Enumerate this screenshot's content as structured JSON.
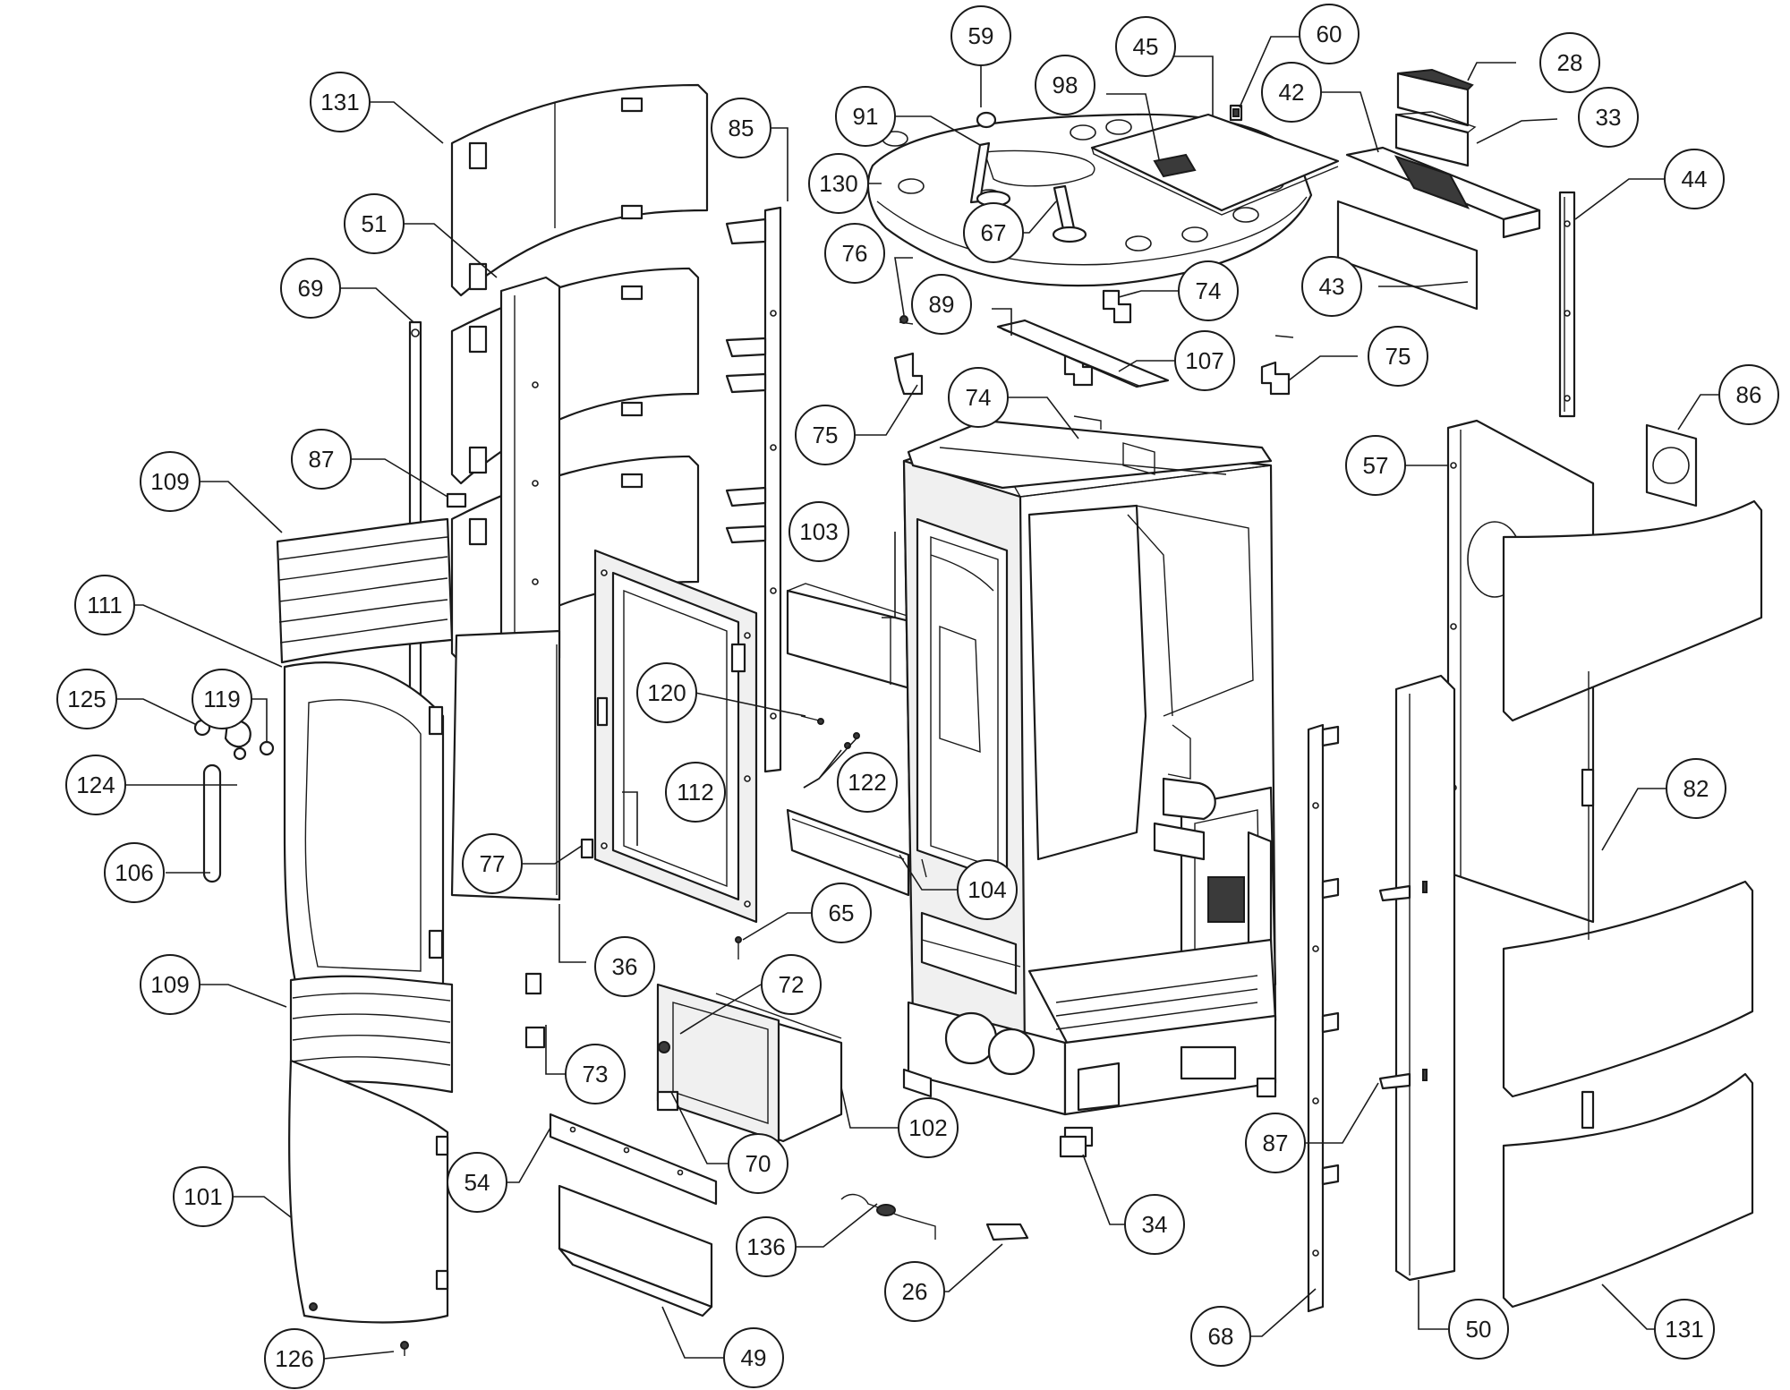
{
  "diagram": {
    "type": "exploded-parts-view",
    "line_color": "#1a1a1a",
    "background": "#ffffff",
    "callouts": [
      {
        "id": "c131a",
        "label": "131"
      },
      {
        "id": "c51",
        "label": "51"
      },
      {
        "id": "c69",
        "label": "69"
      },
      {
        "id": "c87a",
        "label": "87"
      },
      {
        "id": "c109a",
        "label": "109"
      },
      {
        "id": "c111",
        "label": "111"
      },
      {
        "id": "c125",
        "label": "125"
      },
      {
        "id": "c119",
        "label": "119"
      },
      {
        "id": "c124",
        "label": "124"
      },
      {
        "id": "c106",
        "label": "106"
      },
      {
        "id": "c109b",
        "label": "109"
      },
      {
        "id": "c101",
        "label": "101"
      },
      {
        "id": "c126",
        "label": "126"
      },
      {
        "id": "c85",
        "label": "85"
      },
      {
        "id": "c77",
        "label": "77"
      },
      {
        "id": "c36",
        "label": "36"
      },
      {
        "id": "c112",
        "label": "112"
      },
      {
        "id": "c120",
        "label": "120"
      },
      {
        "id": "c122",
        "label": "122"
      },
      {
        "id": "c103",
        "label": "103"
      },
      {
        "id": "c65",
        "label": "65"
      },
      {
        "id": "c72",
        "label": "72"
      },
      {
        "id": "c73",
        "label": "73"
      },
      {
        "id": "c70",
        "label": "70"
      },
      {
        "id": "c102",
        "label": "102"
      },
      {
        "id": "c54",
        "label": "54"
      },
      {
        "id": "c49",
        "label": "49"
      },
      {
        "id": "c136",
        "label": "136"
      },
      {
        "id": "c26",
        "label": "26"
      },
      {
        "id": "c59",
        "label": "59"
      },
      {
        "id": "c91",
        "label": "91"
      },
      {
        "id": "c130",
        "label": "130"
      },
      {
        "id": "c67",
        "label": "67"
      },
      {
        "id": "c98",
        "label": "98"
      },
      {
        "id": "c45",
        "label": "45"
      },
      {
        "id": "c60",
        "label": "60"
      },
      {
        "id": "c42",
        "label": "42"
      },
      {
        "id": "c28",
        "label": "28"
      },
      {
        "id": "c33",
        "label": "33"
      },
      {
        "id": "c44",
        "label": "44"
      },
      {
        "id": "c43",
        "label": "43"
      },
      {
        "id": "c74a",
        "label": "74"
      },
      {
        "id": "c76",
        "label": "76"
      },
      {
        "id": "c89",
        "label": "89"
      },
      {
        "id": "c107",
        "label": "107"
      },
      {
        "id": "c75a",
        "label": "75"
      },
      {
        "id": "c75b",
        "label": "75"
      },
      {
        "id": "c74b",
        "label": "74"
      },
      {
        "id": "c104",
        "label": "104"
      },
      {
        "id": "c34",
        "label": "34"
      },
      {
        "id": "c86",
        "label": "86"
      },
      {
        "id": "c57",
        "label": "57"
      },
      {
        "id": "c82",
        "label": "82"
      },
      {
        "id": "c87b",
        "label": "87"
      },
      {
        "id": "c68",
        "label": "68"
      },
      {
        "id": "c50",
        "label": "50"
      },
      {
        "id": "c131b",
        "label": "131"
      }
    ]
  }
}
